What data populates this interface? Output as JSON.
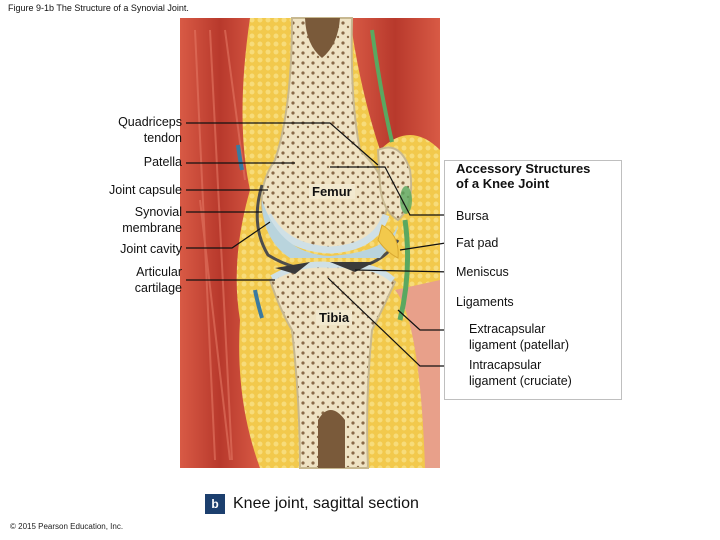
{
  "figure_title": "Figure 9-1b The Structure of a Synovial Joint.",
  "left_labels": {
    "quadriceps_tendon": "Quadriceps\ntendon",
    "patella": "Patella",
    "joint_capsule": "Joint capsule",
    "synovial_membrane": "Synovial\nmembrane",
    "joint_cavity": "Joint cavity",
    "articular_cartilage": "Articular\ncartilage"
  },
  "bone_labels": {
    "femur": "Femur",
    "tibia": "Tibia"
  },
  "accessory_box": {
    "heading": "Accessory Structures\nof a Knee Joint",
    "bursa": "Bursa",
    "fat_pad": "Fat pad",
    "meniscus": "Meniscus",
    "ligaments": "Ligaments",
    "extracapsular": "Extracapsular\nligament (patellar)",
    "intracapsular": "Intracapsular\nligament (cruciate)"
  },
  "caption": {
    "badge": "b",
    "text": "Knee joint, sagittal section"
  },
  "copyright": "© 2015 Pearson Education, Inc.",
  "colors": {
    "muscle": "#c8483a",
    "fat": "#f2c94c",
    "bone": "#f2e9cf",
    "marrow": "#7a5a3a",
    "cartilage": "#cfe0e6",
    "ligament": "#5aa860",
    "badge": "#1c3f6e"
  }
}
